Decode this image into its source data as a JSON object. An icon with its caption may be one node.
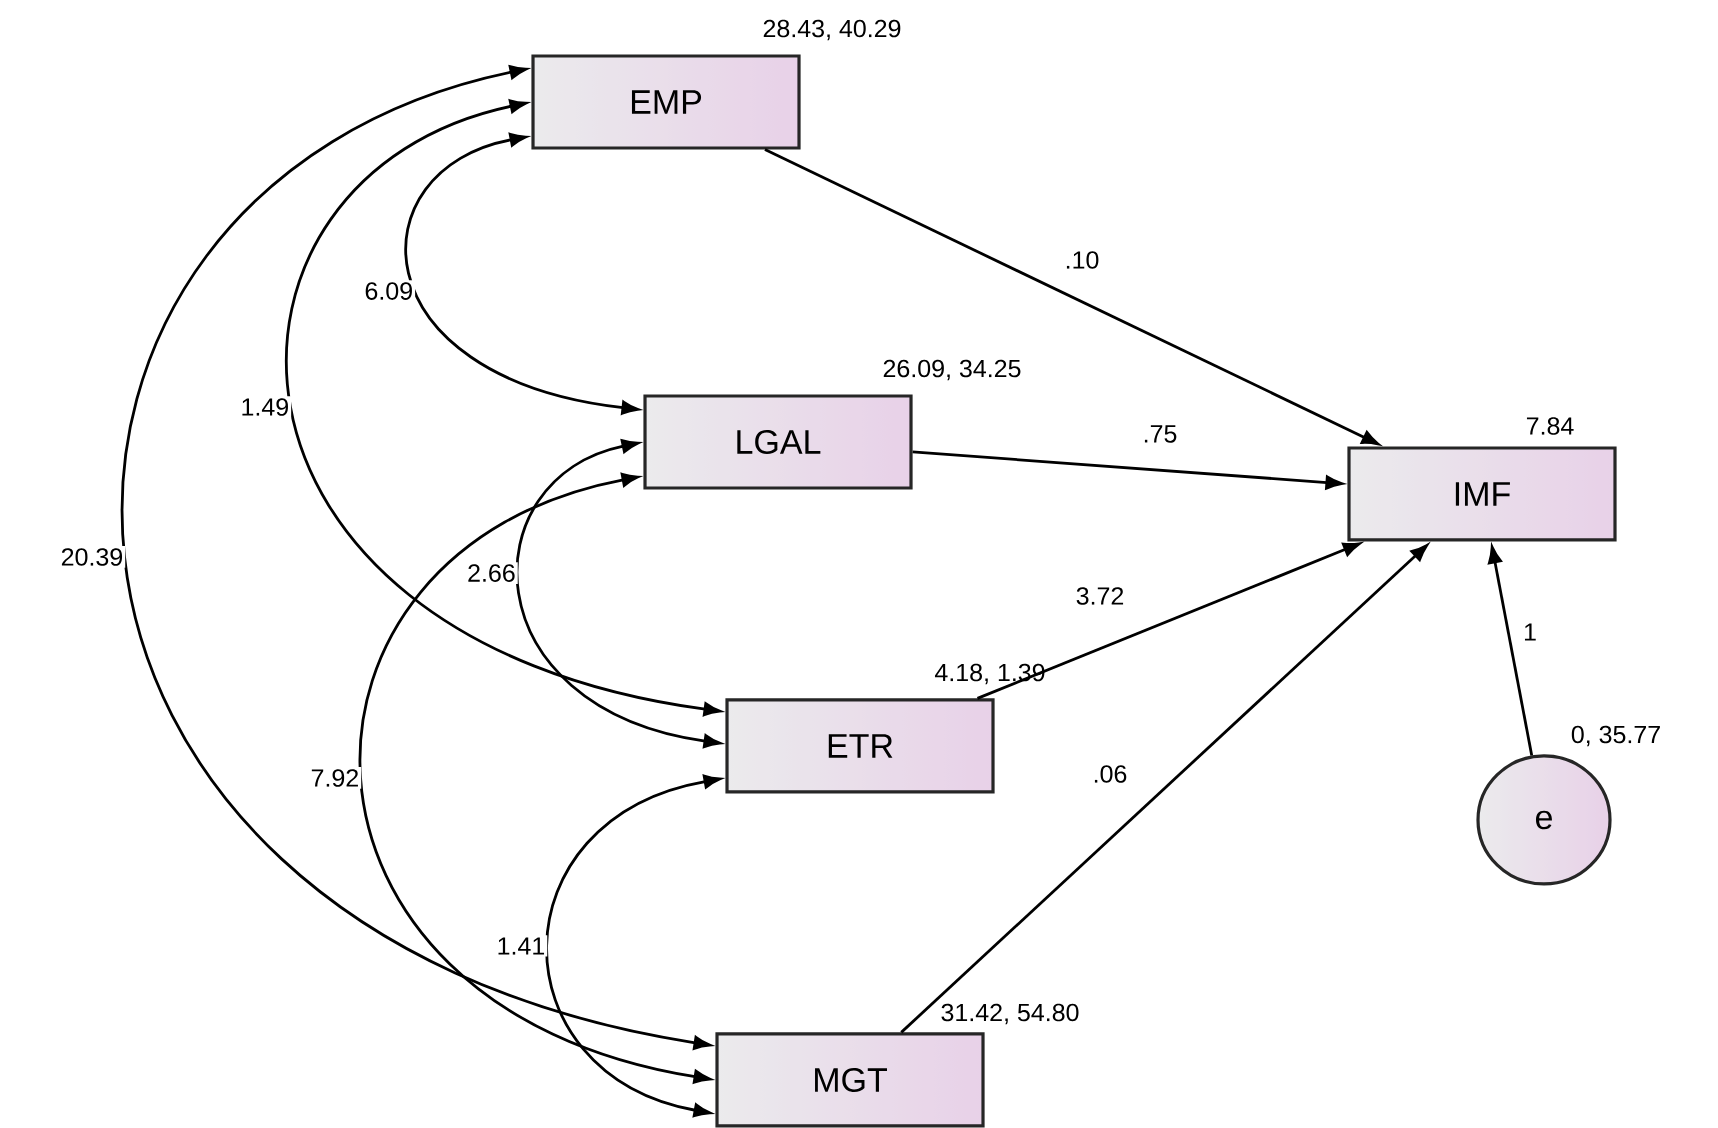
{
  "diagram": {
    "nodes": [
      {
        "text": [
          "EMP"
        ],
        "beside": [
          "28.43, 40.29"
        ]
      },
      {
        "text": [
          "LGAL"
        ],
        "beside": [
          "26.09, 34.25"
        ]
      },
      {
        "text": [
          "ETR"
        ],
        "beside": [
          "4.18, 1.39"
        ]
      },
      {
        "text": [
          "MGT"
        ],
        "beside": [
          "31.42, 54.80"
        ]
      },
      {
        "text": [
          "IMF"
        ],
        "beside": [
          "7.84"
        ]
      },
      {
        "text": [
          "e"
        ],
        "beside": [
          "0, 35.77"
        ]
      }
    ],
    "edges": [
      {
        "from": 0,
        "to": 4,
        "arrow": "to",
        "label": ".10"
      },
      {
        "from": 1,
        "to": 4,
        "arrow": "to",
        "label": ".75"
      },
      {
        "from": 2,
        "to": 4,
        "arrow": "to",
        "label": "3.72"
      },
      {
        "from": 3,
        "to": 4,
        "arrow": "to",
        "label": ".06"
      },
      {
        "from": 5,
        "to": 4,
        "arrow": "to",
        "label": "1"
      },
      {
        "from": 0,
        "to": 1,
        "arrow": "both",
        "label": "6.09"
      },
      {
        "from": 0,
        "to": 2,
        "arrow": "both",
        "label": "1.49"
      },
      {
        "from": 0,
        "to": 3,
        "arrow": "both",
        "label": "20.39"
      },
      {
        "from": 1,
        "to": 2,
        "arrow": "both",
        "label": "2.66"
      },
      {
        "from": 1,
        "to": 3,
        "arrow": "both",
        "label": "7.92"
      },
      {
        "from": 2,
        "to": 3,
        "arrow": "both",
        "label": "1.41"
      }
    ]
  }
}
